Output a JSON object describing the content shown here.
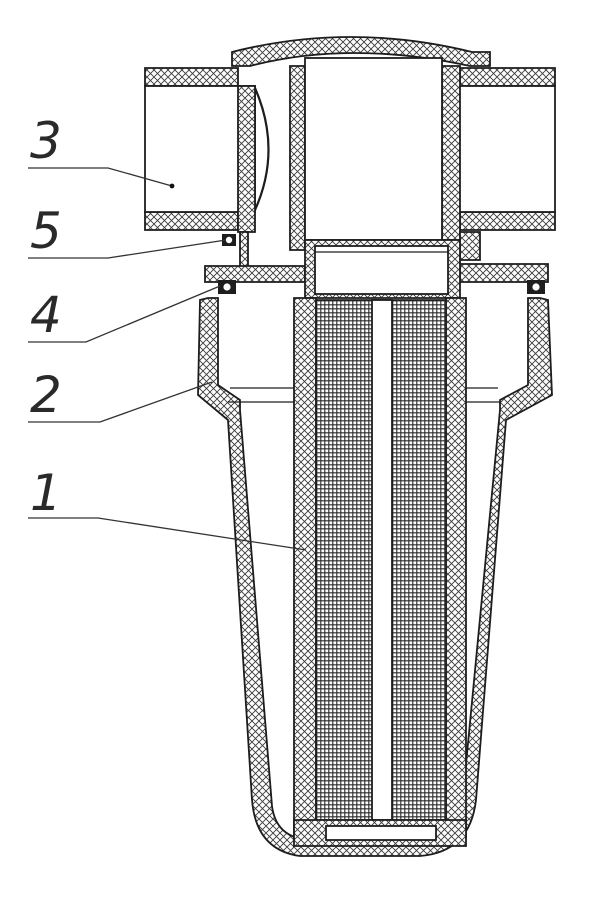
{
  "callouts": [
    {
      "id": "3",
      "label": "3"
    },
    {
      "id": "5",
      "label": "5"
    },
    {
      "id": "4",
      "label": "4"
    },
    {
      "id": "2",
      "label": "2"
    },
    {
      "id": "1",
      "label": "1"
    }
  ]
}
